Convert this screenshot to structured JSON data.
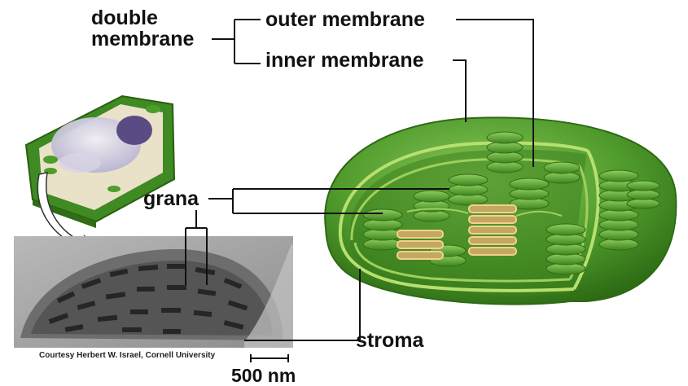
{
  "labels": {
    "double_membrane_line1": "double",
    "double_membrane_line2": "membrane",
    "outer_membrane": "outer membrane",
    "inner_membrane": "inner membrane",
    "grana": "grana",
    "stroma": "stroma",
    "credit": "Courtesy Herbert W. Israel, Cornell University",
    "scale_bar": "500 nm"
  },
  "colors": {
    "chloroplast_outer": "#4f9a2c",
    "chloroplast_dark": "#2d6a14",
    "membrane_highlight": "#b7e070",
    "thylakoid": "#6bb23e",
    "highlighted_granum": "#e8c77a",
    "micrograph_bg": "#a9a9a9",
    "micrograph_dark": "#3a3a3a"
  }
}
